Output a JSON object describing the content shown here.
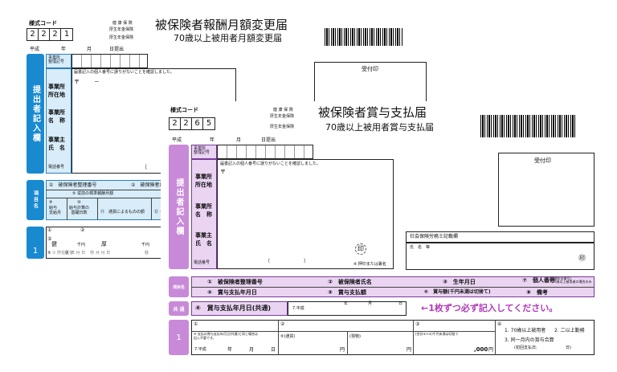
{
  "form_a": {
    "code_label": "様式コード",
    "code_digits": [
      "2",
      "2",
      "2",
      "1"
    ],
    "insurance_lines": [
      "健 康 保 険",
      "厚生年金保険",
      "厚生年金保険"
    ],
    "title": "被保険者報酬月額変更届",
    "subtitle": "70歳以上被用者月額変更届",
    "date_row": [
      "平成",
      "年",
      "月",
      "日提出"
    ],
    "office_code_label": "事業所\n整理記号",
    "notice": "届書記入の個人番号に誤りがないことを確認しました。",
    "postal_mark": "〒",
    "dash": "－",
    "address_label": "事業所\n所在地",
    "name_label": "事業所\n名　称",
    "owner_label": "事業主\n氏　名",
    "phone_label": "電話番号",
    "paren": "（",
    "side_label": "提出者記入欄",
    "section_label": "項目名",
    "items": [
      "①　被保険者整理番号",
      "②　被保険者氏",
      "⑤ 従前の標準報酬月額",
      "⑨\n給与\n支給月",
      "⑩\n給与計算の\n基礎日数",
      "⑪　通貨によるものの額",
      "⑫ そ"
    ],
    "row_num": "1",
    "row_items": [
      "①",
      "②",
      "⑤",
      "健",
      "千円",
      "厚",
      "千円",
      "⑨",
      "⑩",
      "⑪",
      "⑫"
    ],
    "row_small": [
      "① 所在区分",
      "日 月 日",
      "月 月 日"
    ],
    "stamp_label": "受付印"
  },
  "form_b": {
    "code_label": "様式コード",
    "code_digits": [
      "2",
      "2",
      "6",
      "5"
    ],
    "insurance_lines": [
      "健 康 保 険",
      "厚生年金保険",
      "厚生年金保険"
    ],
    "title": "被保険者賞与支払届",
    "subtitle": "70歳以上被用者賞与支払届",
    "date_row": [
      "平成",
      "年",
      "月",
      "日提出"
    ],
    "office_code_label": "事業所\n整理記号",
    "notice": "届書記入の個人番号に誤りがないことを確認しました。",
    "postal_mark": "〒",
    "address_label": "事業所\n所在地",
    "name_label": "事業所\n名　称",
    "owner_label": "事業主\n氏　名",
    "phone_label": "電話番号",
    "phone_parens": [
      "（",
      "）"
    ],
    "seal": "印",
    "seal_note": "※ 押印または署名",
    "side_label": "提出者記入欄",
    "stamp_label": "受付印",
    "labor_label": "社会保険労務士記載欄",
    "labor_name": "氏　名　等",
    "labor_seal": "㊞",
    "section_label": "項目名",
    "items_row1": [
      "①　被保険者整理番号",
      "②　被保険者氏名",
      "③　生年月日",
      "⑦　個人番号"
    ],
    "items_row1_note": "[基礎年金番号]\n※70歳以上被用者の場合のみ",
    "items_row2": [
      "④　賞与支払年月日",
      "⑤　賞与支払額",
      "⑥　賞与額(千円未満は切捨て)",
      "⑧　備考"
    ],
    "common_label": "共 通",
    "common_item": "④　賞与支払年月日(共通)",
    "era": "7.平成",
    "ymd": [
      "年",
      "月",
      "日"
    ],
    "instruction": "←1枚ずつ必ず記入してください。",
    "row_num": "1",
    "row_cells": [
      "①",
      "②",
      "③"
    ],
    "row_note": "④ 支払の賞与支払年月日(共通)と同じ場合は\n記入不要です。",
    "row_cells2": [
      "⑤(通貨)",
      "(現物)",
      "(合計①+②)千円未満は切捨て",
      "⑥"
    ],
    "era2": "7.平成",
    "ymd2": [
      "年",
      "月",
      "日"
    ],
    "yen": [
      "円",
      "円",
      "円"
    ],
    "amount_suffix": ",000",
    "amount_unit": "円",
    "remarks": [
      "1. 70歳以上被用者",
      "2. 二以上勤務",
      "3. 同一月内の賞与合算",
      "(初回支払日:",
      "日)"
    ]
  }
}
